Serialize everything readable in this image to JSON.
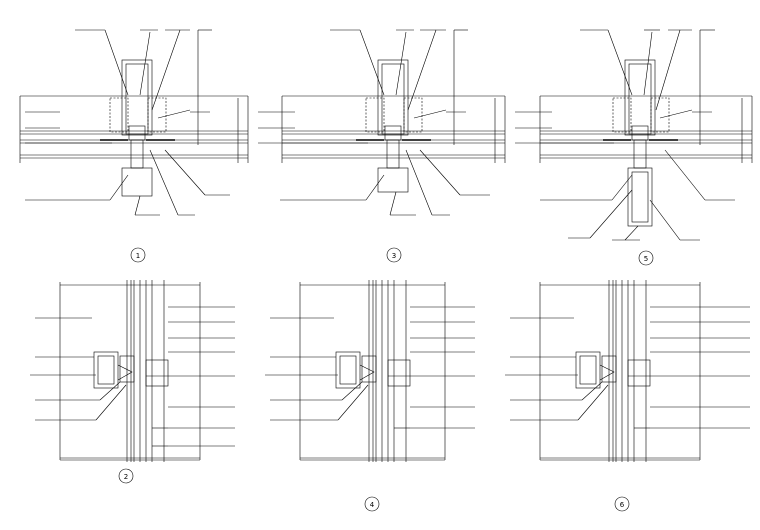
{
  "sheet": {
    "details": [
      {
        "id": "detail-1",
        "label": "1"
      },
      {
        "id": "detail-3",
        "label": "3"
      },
      {
        "id": "detail-5",
        "label": "5"
      },
      {
        "id": "detail-2",
        "label": "2"
      },
      {
        "id": "detail-4",
        "label": "4"
      },
      {
        "id": "detail-6",
        "label": "6"
      }
    ],
    "line_color": "#000000",
    "background": "#ffffff"
  }
}
